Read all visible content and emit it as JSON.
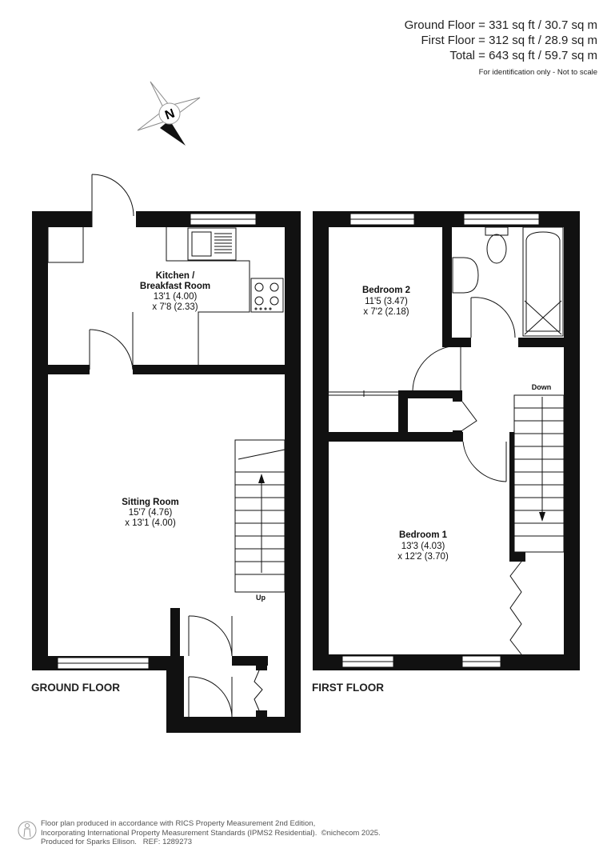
{
  "areas": {
    "ground": "Ground Floor = 331 sq ft / 30.7 sq m",
    "first": "First Floor = 312 sq ft / 28.9 sq m",
    "total": "Total = 643 sq ft / 59.7 sq m",
    "disclaimer": "For identification only - Not to scale"
  },
  "compass": {
    "letter": "N",
    "icon": "north-compass-icon"
  },
  "ground_floor": {
    "title": "GROUND FLOOR",
    "rooms": [
      {
        "name_1": "Kitchen /",
        "name_2": "Breakfast Room",
        "dim_1": "13'1 (4.00)",
        "dim_2": "x 7'8 (2.33)"
      },
      {
        "name_1": "Sitting Room",
        "dim_1": "15'7 (4.76)",
        "dim_2": "x 13'1 (4.00)"
      }
    ],
    "stairs_label": "Up"
  },
  "first_floor": {
    "title": "FIRST FLOOR",
    "rooms": [
      {
        "name_1": "Bedroom 2",
        "dim_1": "11'5 (3.47)",
        "dim_2": "x 7'2 (2.18)"
      },
      {
        "name_1": "Bedroom 1",
        "dim_1": "13'3 (4.03)",
        "dim_2": "x 12'2 (3.70)"
      }
    ],
    "stairs_label": "Down"
  },
  "footer": {
    "line1": "Floor plan produced in accordance with RICS Property Measurement 2nd Edition,",
    "line2": "Incorporating International Property Measurement Standards (IPMS2 Residential).",
    "copyright": "©nichecom 2025.",
    "line3": "Produced for Sparks Ellison.",
    "ref": "REF: 1289273"
  }
}
